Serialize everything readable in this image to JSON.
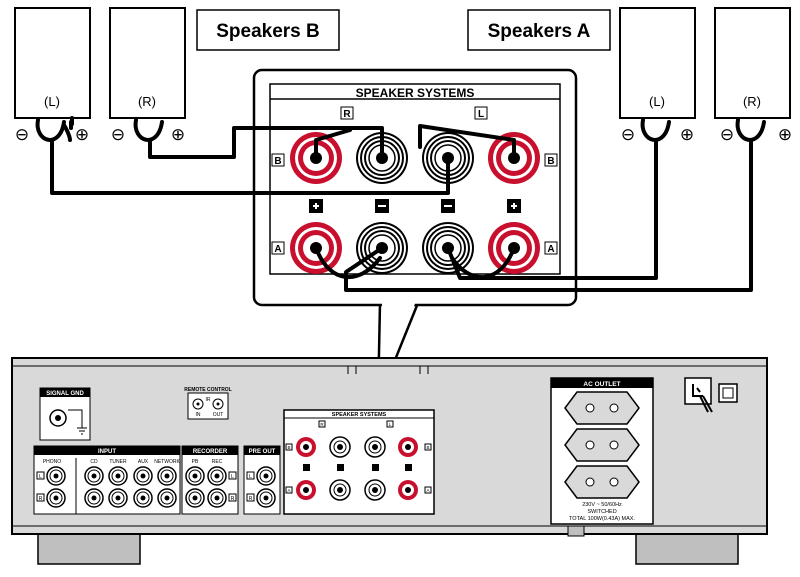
{
  "labels": {
    "speakers_b": "Speakers B",
    "speakers_a": "Speakers A",
    "left": "(L)",
    "right": "(R)",
    "minus": "⊖",
    "plus": "⊕",
    "speaker_systems": "SPEAKER SYSTEMS",
    "tag_r": "R",
    "tag_l": "L",
    "tag_b": "B",
    "tag_a": "A",
    "signal_gnd": "SIGNAL GND",
    "remote_control": "REMOTE CONTROL",
    "remote_in": "IN",
    "remote_out": "OUT",
    "remote_ir": "IR",
    "input": "INPUT",
    "phono": "PHONO",
    "cd": "CD",
    "tuner": "TUNER",
    "aux": "AUX",
    "network": "NETWORK",
    "recorder": "RECORDER",
    "pb": "PB",
    "rec": "REC",
    "pre_out": "PRE OUT",
    "ac_outlet": "AC OUTLET",
    "ac_line1": "230V ~ 50/60Hz",
    "ac_line2": "SWITCHED",
    "ac_line3": "TOTAL 100W(0.43A) MAX."
  },
  "colors": {
    "terminal_red": "#c8102e",
    "panel_grey": "#d9d9d9",
    "foot_grey": "#bfbfbf",
    "line": "#000000"
  }
}
